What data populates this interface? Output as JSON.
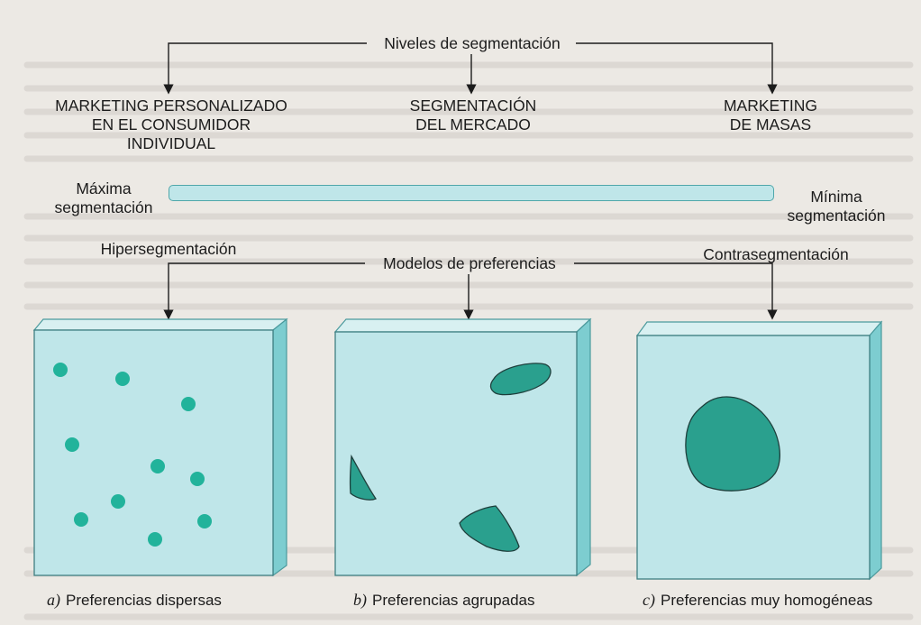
{
  "levels": {
    "title": "Niveles de segmentación",
    "personalized": [
      "MARKETING PERSONALIZADO",
      "EN EL CONSUMIDOR",
      "INDIVIDUAL"
    ],
    "market": [
      "SEGMENTACIÓN",
      "DEL MERCADO"
    ],
    "mass": [
      "MARKETING",
      "DE MASAS"
    ]
  },
  "scale": {
    "max": [
      "Máxima",
      "segmentación"
    ],
    "min": [
      "Mínima",
      "segmentación"
    ]
  },
  "models": {
    "title": "Modelos de preferencias",
    "hyper": "Hipersegmentación",
    "counter": "Contrasegmentación"
  },
  "panels": [
    {
      "letter": "a)",
      "caption": "Preferencias dispersas"
    },
    {
      "letter": "b)",
      "caption": "Preferencias agrupadas"
    },
    {
      "letter": "c)",
      "caption": "Preferencias muy homogéneas"
    }
  ],
  "colors": {
    "panel_face": "#bfe6e9",
    "panel_side": "#7dcdd0",
    "blob": "#2aa08e",
    "dot": "#22b39b"
  }
}
